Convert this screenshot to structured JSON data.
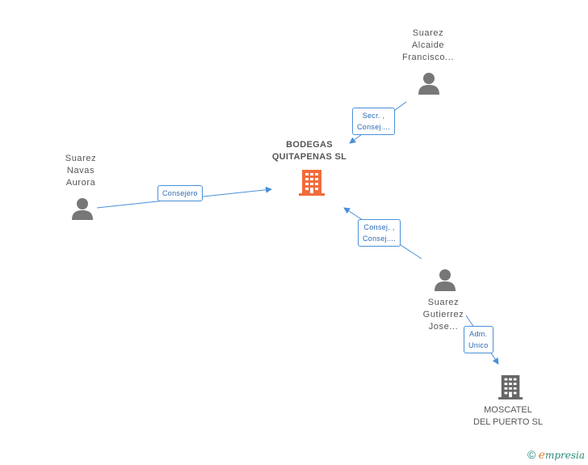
{
  "nodes": {
    "main_company": {
      "lines": [
        "BODEGAS",
        "QUITAPENAS SL"
      ],
      "color": "#f26b3a"
    },
    "person_alcaide": {
      "lines": [
        "Suarez",
        "Alcaide",
        "Francisco..."
      ]
    },
    "person_navas": {
      "lines": [
        "Suarez",
        "Navas",
        "Aurora"
      ]
    },
    "person_gutierrez": {
      "lines": [
        "Suarez",
        "Gutierrez",
        "Jose..."
      ]
    },
    "company_moscatel": {
      "lines": [
        "MOSCATEL",
        "DEL PUERTO SL"
      ],
      "color": "#666666"
    }
  },
  "edges": {
    "alcaide_to_main": {
      "lines": [
        "Secr. ,",
        "Consej...."
      ]
    },
    "navas_to_main": {
      "lines": [
        "Consejero"
      ]
    },
    "gutierrez_to_main": {
      "lines": [
        "Consej. ,",
        "Consej...."
      ]
    },
    "gutierrez_to_moscatel": {
      "lines": [
        "Adm.",
        "Unico"
      ]
    }
  },
  "colors": {
    "edge": "#4a90d9",
    "person_icon": "#777777"
  },
  "brand": {
    "copyright": "©",
    "e": "e",
    "rest": "mpresia"
  }
}
